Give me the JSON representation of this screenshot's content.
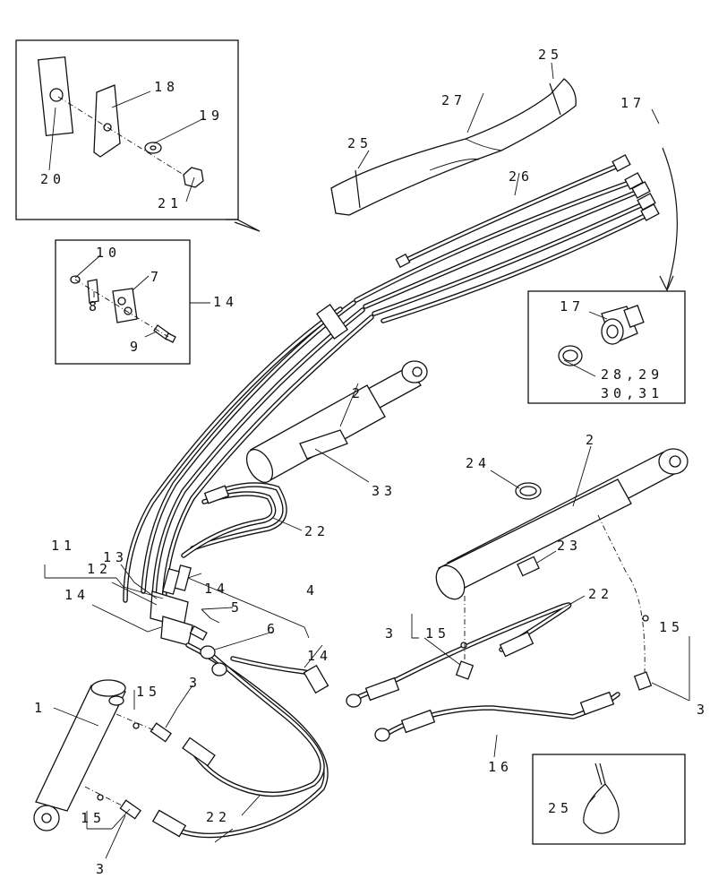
{
  "labels": {
    "l1": "1",
    "l2a": "2",
    "l2b": "2",
    "l3a": "3",
    "l3b": "3",
    "l3c": "3",
    "l3d": "3",
    "l4": "4",
    "l5": "5",
    "l6": "6",
    "l7": "7",
    "l8": "8",
    "l9": "9",
    "l10": "10",
    "l11": "11",
    "l12": "12",
    "l13": "13",
    "l14a": "14",
    "l14b": "14",
    "l14c": "14",
    "l14d": "14",
    "l15a": "15",
    "l15b": "15",
    "l15c": "15",
    "l15d": "15",
    "l16": "16",
    "l17a": "17",
    "l17b": "17",
    "l18": "18",
    "l19": "19",
    "l20": "20",
    "l21": "21",
    "l22a": "22",
    "l22b": "22",
    "l22c": "22",
    "l23": "23",
    "l24": "24",
    "l25a": "25",
    "l25b": "25",
    "l25c": "25",
    "l26": "26",
    "l27": "27",
    "l28": "28,29",
    "l30": "30,31",
    "l33": "33"
  }
}
